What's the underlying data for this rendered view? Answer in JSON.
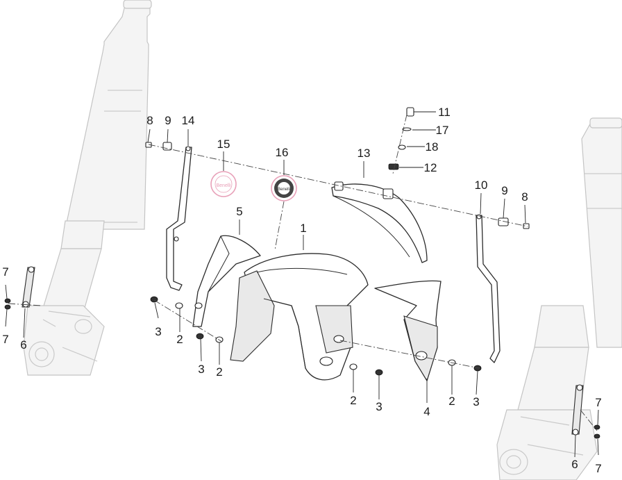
{
  "diagram": {
    "labels": [
      {
        "id": "l1",
        "text": "1"
      },
      {
        "id": "l2a",
        "text": "2"
      },
      {
        "id": "l2b",
        "text": "2"
      },
      {
        "id": "l2c",
        "text": "2"
      },
      {
        "id": "l2d",
        "text": "2"
      },
      {
        "id": "l3a",
        "text": "3"
      },
      {
        "id": "l3b",
        "text": "3"
      },
      {
        "id": "l3c",
        "text": "3"
      },
      {
        "id": "l3d",
        "text": "3"
      },
      {
        "id": "l4",
        "text": "4"
      },
      {
        "id": "l5",
        "text": "5"
      },
      {
        "id": "l6a",
        "text": "6"
      },
      {
        "id": "l6b",
        "text": "6"
      },
      {
        "id": "l7a",
        "text": "7"
      },
      {
        "id": "l7b",
        "text": "7"
      },
      {
        "id": "l7c",
        "text": "7"
      },
      {
        "id": "l7d",
        "text": "7"
      },
      {
        "id": "l8a",
        "text": "8"
      },
      {
        "id": "l8b",
        "text": "8"
      },
      {
        "id": "l9a",
        "text": "9"
      },
      {
        "id": "l9b",
        "text": "9"
      },
      {
        "id": "l10",
        "text": "10"
      },
      {
        "id": "l11",
        "text": "11"
      },
      {
        "id": "l12",
        "text": "12"
      },
      {
        "id": "l13",
        "text": "13"
      },
      {
        "id": "l14",
        "text": "14"
      },
      {
        "id": "l15",
        "text": "15"
      },
      {
        "id": "l16",
        "text": "16"
      },
      {
        "id": "l17",
        "text": "17"
      },
      {
        "id": "l18",
        "text": "18"
      }
    ],
    "emblem_text": "Benelli",
    "colors": {
      "line": "#2b2b2b",
      "fork": "#c9c9c9",
      "decal_ring": "#e8a0b8",
      "background": "#ffffff"
    }
  }
}
